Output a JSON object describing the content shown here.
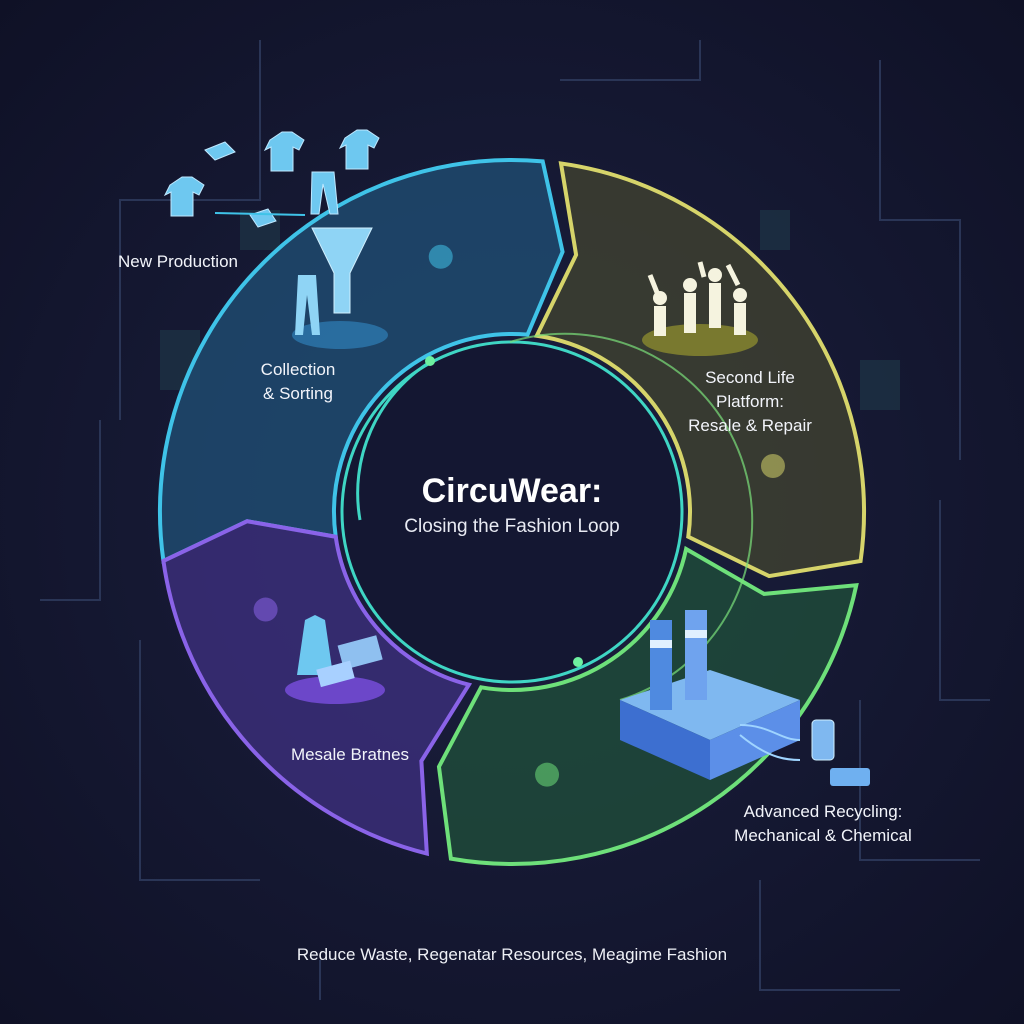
{
  "title": "CircuWear:",
  "subtitle": "Closing the Fashion Loop",
  "stages": [
    {
      "label": "New Production",
      "color": "#3fc3e8"
    },
    {
      "label": "Collection\n& Sorting",
      "color": "#3fc3e8"
    },
    {
      "label": "Second Life\nPlatform:\nResale & Repair",
      "color": "#d6d46a"
    },
    {
      "label": "Advanced Recycling:\nMechanical & Chemical",
      "color": "#6ee07a"
    },
    {
      "label": "Mesale Bratnes",
      "color": "#8a63e8"
    }
  ],
  "footer": "Reduce Waste, Regenatar Resources, Meagime Fashion",
  "icons": [
    "tshirt-icon",
    "funnel-icon",
    "people-icon",
    "factory-icon",
    "thread-spool-icon",
    "fabric-icon"
  ]
}
